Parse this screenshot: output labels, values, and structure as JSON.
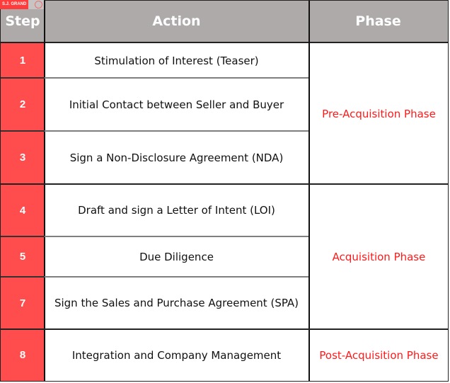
{
  "watermark": {
    "brand_label": "S.J. GRAND",
    "icon": "brand-logo-icon"
  },
  "header": {
    "step": "Step",
    "action": "Action",
    "phase": "Phase"
  },
  "rows": [
    {
      "step": "1",
      "action": "Stimulation of Interest (Teaser)"
    },
    {
      "step": "2",
      "action": "Initial Contact between Seller and Buyer"
    },
    {
      "step": "3",
      "action": "Sign a Non-Disclosure  Agreement (NDA)"
    },
    {
      "step": "4",
      "action": "Draft and sign a Letter of Intent (LOI)"
    },
    {
      "step": "5",
      "action": "Due Diligence"
    },
    {
      "step": "7",
      "action": "Sign the Sales and Purchase  Agreement (SPA)"
    },
    {
      "step": "8",
      "action": "Integration and Company Management"
    }
  ],
  "phases": [
    {
      "label": "Pre-Acquisition Phase",
      "rows": [
        1,
        2,
        3
      ]
    },
    {
      "label": "Acquisition Phase",
      "rows": [
        4,
        5,
        7
      ]
    },
    {
      "label": "Post-Acquisition Phase",
      "rows": [
        8
      ]
    }
  ],
  "colors": {
    "header_bg": "#aeaaaa",
    "step_bg": "#ff4d4d",
    "phase_text": "#ff1a1a"
  }
}
